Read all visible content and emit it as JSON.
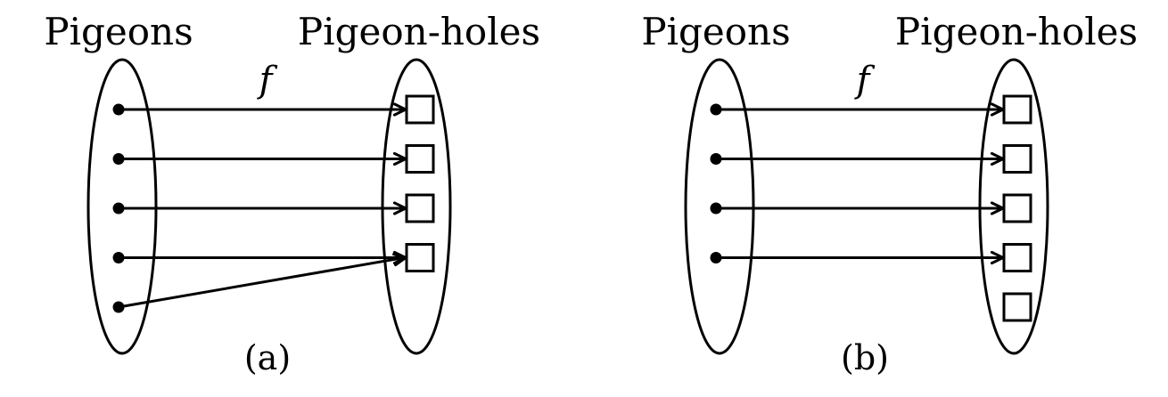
{
  "panels": [
    {
      "id": "a",
      "pigeons_label": "Pigeons",
      "holes_label": "Pigeon-holes",
      "function_label": "f",
      "caption": "(a)",
      "pigeon_count": 5,
      "hole_count": 4,
      "mapping": [
        0,
        1,
        2,
        3,
        3
      ]
    },
    {
      "id": "b",
      "pigeons_label": "Pigeons",
      "holes_label": "Pigeon-holes",
      "function_label": "f",
      "caption": "(b)",
      "pigeon_count": 4,
      "hole_count": 5,
      "mapping": [
        0,
        1,
        2,
        3
      ]
    }
  ]
}
